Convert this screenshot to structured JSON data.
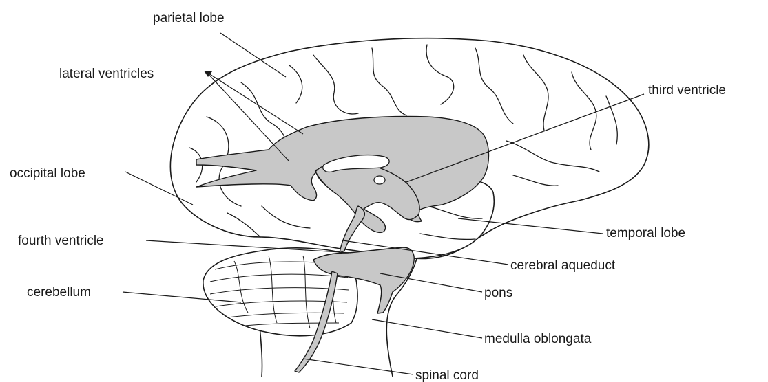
{
  "labels": {
    "parietal_lobe": "parietal lobe",
    "lateral_ventricles": "lateral ventricles",
    "third_ventricle": "third ventricle",
    "occipital_lobe": "occipital lobe",
    "temporal_lobe": "temporal lobe",
    "fourth_ventricle": "fourth ventricle",
    "cerebral_aqueduct": "cerebral aqueduct",
    "cerebellum": "cerebellum",
    "pons": "pons",
    "medulla_oblongata": "medulla oblongata",
    "spinal_cord": "spinal cord"
  },
  "colors": {
    "ventricle_fill": "#c8c8c8",
    "line": "#1a1a1a",
    "background": "#ffffff"
  }
}
